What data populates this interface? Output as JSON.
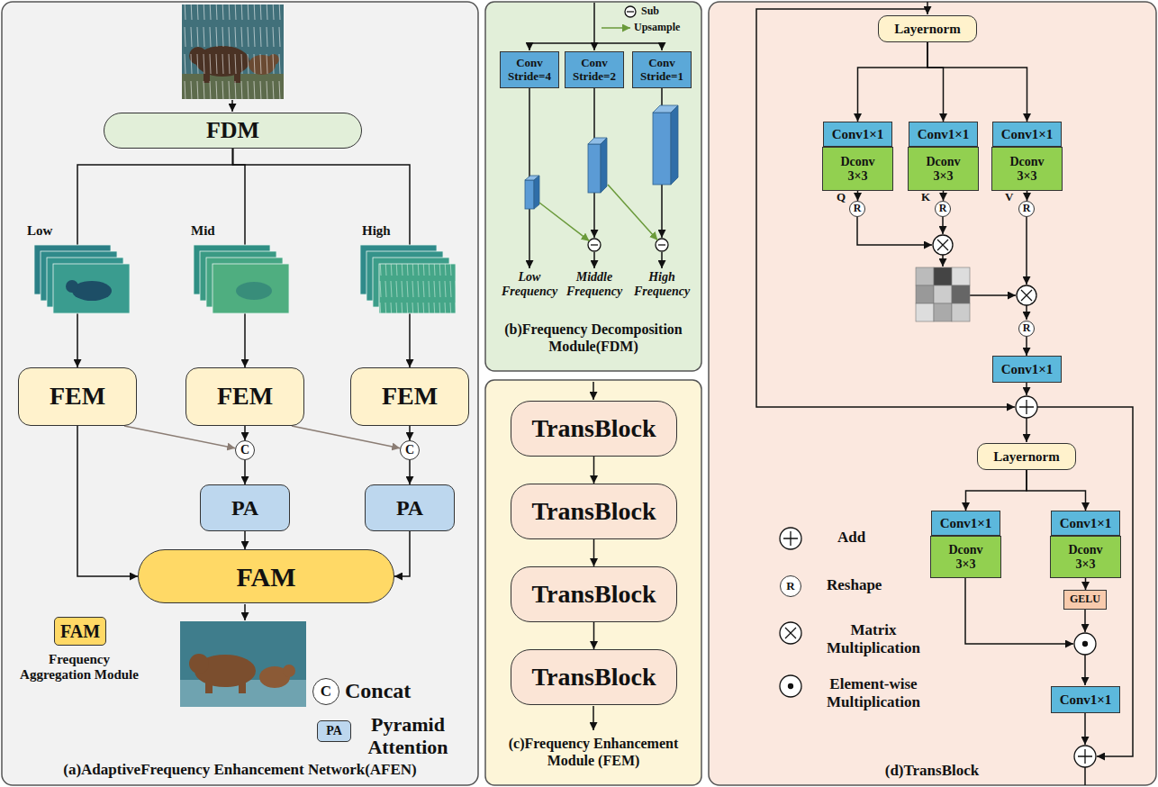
{
  "diagram": {
    "nodes": [
      {
        "text": [
          "(a)AdaptiveFrequency Enhancement Network(AFEN)"
        ]
      },
      {
        "text": [
          "(b)Frequency Decomposition Module(FDM)"
        ]
      },
      {
        "text": [
          "(c)Frequency Enhancement Module (FEM)"
        ]
      },
      {
        "text": [
          "(d)TransBlock"
        ]
      },
      {
        "text": [
          "FDM"
        ],
        "in": 0
      },
      {
        "text": [
          "FEM"
        ],
        "in": 0
      },
      {
        "text": [
          "FEM"
        ],
        "in": 0
      },
      {
        "text": [
          "FEM"
        ],
        "in": 0
      },
      {
        "text": [
          "C"
        ],
        "in": 0
      },
      {
        "text": [
          "C"
        ],
        "in": 0
      },
      {
        "text": [
          "PA"
        ],
        "in": 0
      },
      {
        "text": [
          "PA"
        ],
        "in": 0
      },
      {
        "text": [
          "FAM"
        ],
        "in": 0
      },
      {
        "text": [
          "Conv Stride=4"
        ],
        "in": 1
      },
      {
        "text": [
          "Conv Stride=2"
        ],
        "in": 1
      },
      {
        "text": [
          "Conv Stride=1"
        ],
        "in": 1
      },
      {
        "text": [
          "TransBlock"
        ],
        "in": 2
      },
      {
        "text": [
          "TransBlock"
        ],
        "in": 2
      },
      {
        "text": [
          "TransBlock"
        ],
        "in": 2
      },
      {
        "text": [
          "TransBlock"
        ],
        "in": 2
      },
      {
        "text": [
          "Layernorm"
        ],
        "in": 3
      },
      {
        "text": [
          "Conv1×1"
        ],
        "in": 3
      },
      {
        "text": [
          "Dconv 3×3"
        ],
        "in": 3
      },
      {
        "text": [
          "Conv1×1"
        ],
        "in": 3
      },
      {
        "text": [
          "Dconv 3×3"
        ],
        "in": 3
      },
      {
        "text": [
          "Conv1×1"
        ],
        "in": 3
      },
      {
        "text": [
          "Dconv 3×3"
        ],
        "in": 3
      },
      {
        "text": [
          "R"
        ],
        "in": 3
      },
      {
        "text": [
          "R"
        ],
        "in": 3
      },
      {
        "text": [
          "R"
        ],
        "in": 3
      },
      {
        "text": [
          "R"
        ],
        "in": 3
      },
      {
        "text": [
          "Conv1×1"
        ],
        "in": 3
      },
      {
        "text": [
          "Layernorm"
        ],
        "in": 3
      },
      {
        "text": [
          "Conv1×1"
        ],
        "in": 3
      },
      {
        "text": [
          "Dconv 3×3"
        ],
        "in": 3
      },
      {
        "text": [
          "Conv1×1"
        ],
        "in": 3
      },
      {
        "text": [
          "Dconv 3×3"
        ],
        "in": 3
      },
      {
        "text": [
          "GELU"
        ],
        "in": 3
      },
      {
        "text": [
          "Conv1×1"
        ],
        "in": 3
      }
    ],
    "edges": [
      {
        "from": 4,
        "to": 5,
        "arrow": "to"
      },
      {
        "from": 4,
        "to": 6,
        "arrow": "to"
      },
      {
        "from": 4,
        "to": 7,
        "arrow": "to"
      },
      {
        "from": 5,
        "to": 8,
        "arrow": "to"
      },
      {
        "from": 6,
        "to": 8,
        "arrow": "to"
      },
      {
        "from": 6,
        "to": 9,
        "arrow": "to"
      },
      {
        "from": 7,
        "to": 9,
        "arrow": "to"
      },
      {
        "from": 8,
        "to": 10,
        "arrow": "to"
      },
      {
        "from": 9,
        "to": 11,
        "arrow": "to"
      },
      {
        "from": 5,
        "to": 12,
        "arrow": "to"
      },
      {
        "from": 10,
        "to": 12,
        "arrow": "to"
      },
      {
        "from": 11,
        "to": 12,
        "arrow": "to"
      },
      {
        "from": 16,
        "to": 17,
        "arrow": "to"
      },
      {
        "from": 17,
        "to": 18,
        "arrow": "to"
      },
      {
        "from": 18,
        "to": 19,
        "arrow": "to"
      },
      {
        "from": 20,
        "to": 21,
        "arrow": "to"
      },
      {
        "from": 20,
        "to": 23,
        "arrow": "to"
      },
      {
        "from": 20,
        "to": 25,
        "arrow": "to"
      },
      {
        "from": 22,
        "to": 27,
        "arrow": "to"
      },
      {
        "from": 24,
        "to": 28,
        "arrow": "to"
      },
      {
        "from": 26,
        "to": 29,
        "arrow": "to"
      },
      {
        "from": 30,
        "to": 31,
        "arrow": "to"
      },
      {
        "from": 32,
        "to": 33,
        "arrow": "to"
      },
      {
        "from": 32,
        "to": 35,
        "arrow": "to"
      },
      {
        "from": 36,
        "to": 37,
        "arrow": "to"
      }
    ],
    "labels": [
      "Low",
      "Mid",
      "High",
      "Low Frequency",
      "Middle Frequency",
      "High Frequency",
      "Q",
      "K",
      "V",
      "FAM",
      "C",
      "PA",
      "R"
    ],
    "legend": [
      {
        "text": "Sub"
      },
      {
        "text": "Upsample"
      },
      {
        "text": "Frequency Aggregation Module",
        "color": "#ffd966"
      },
      {
        "text": "Concat"
      },
      {
        "text": "Pyramid Attention",
        "color": "#bdd7ee"
      },
      {
        "text": "Add"
      },
      {
        "text": "Reshape"
      },
      {
        "text": "Matrix Multiplication"
      },
      {
        "text": "Element-wise Multiplication"
      }
    ]
  }
}
